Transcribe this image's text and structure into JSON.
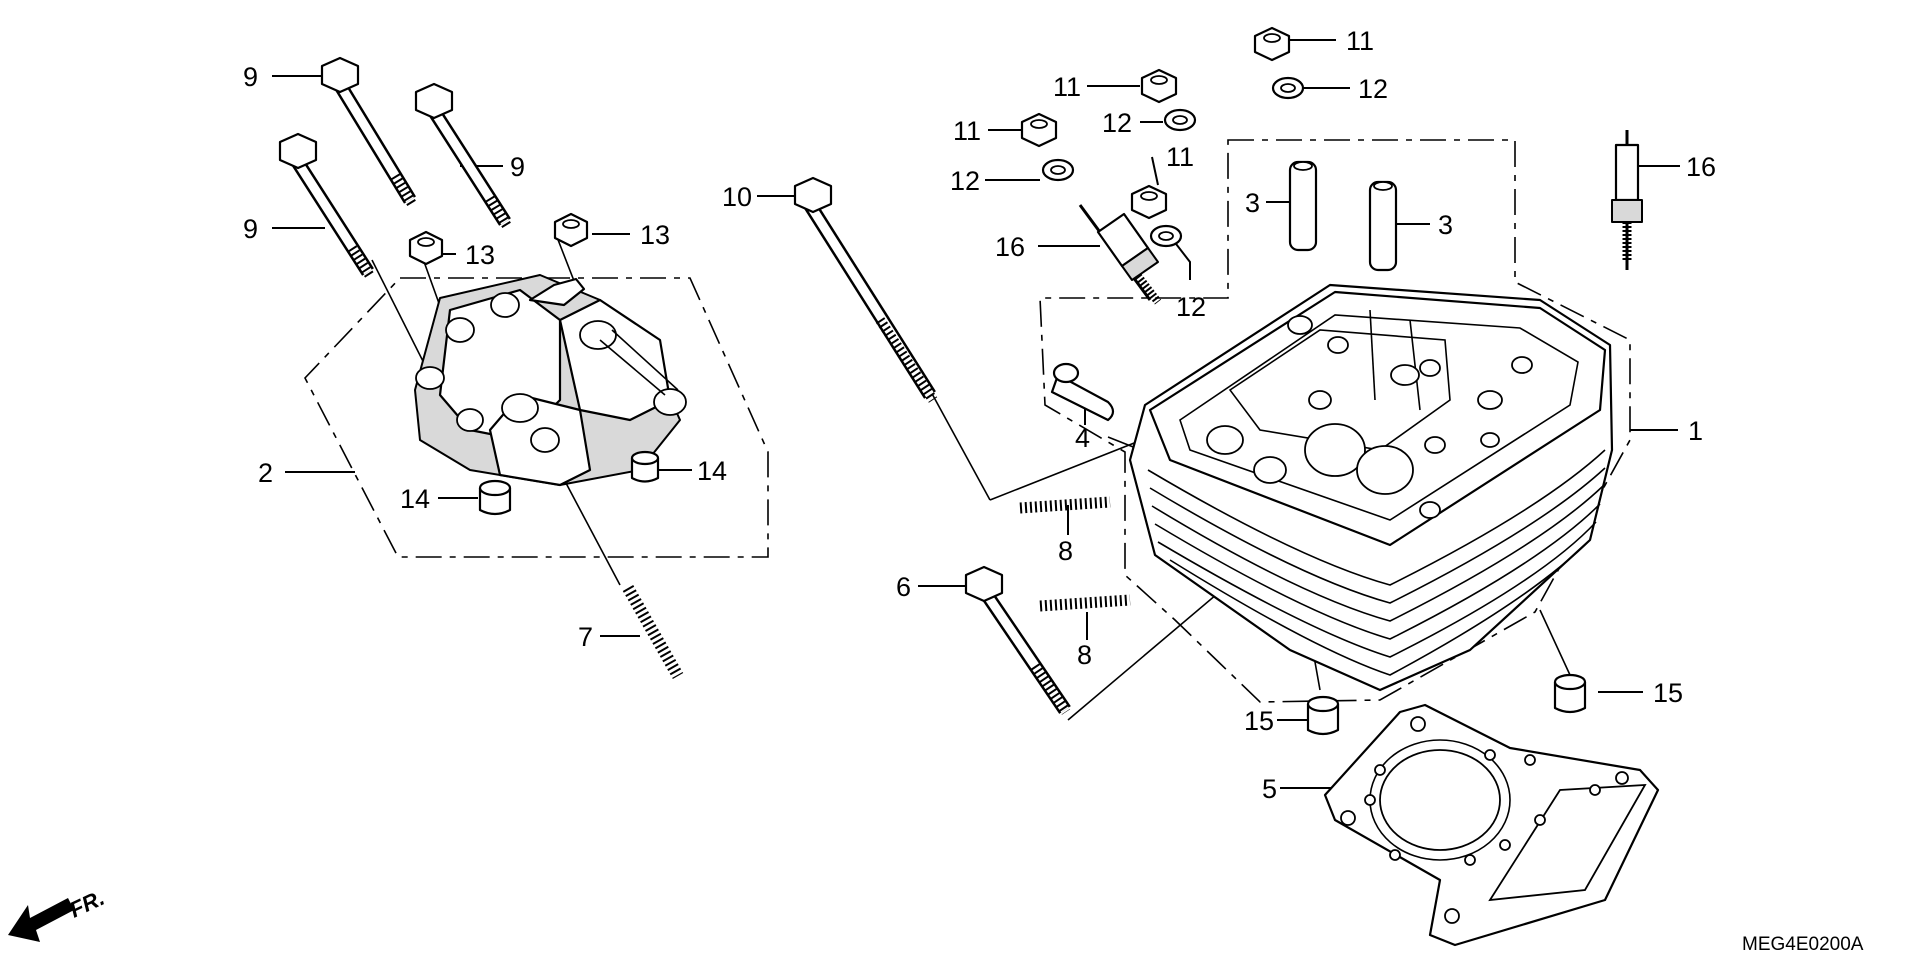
{
  "diagram": {
    "drawing_code": "MEG4E0200A",
    "front_marker": "FR.",
    "callouts": [
      {
        "id": "c1",
        "text": "1"
      },
      {
        "id": "c2",
        "text": "2"
      },
      {
        "id": "c3a",
        "text": "3"
      },
      {
        "id": "c3b",
        "text": "3"
      },
      {
        "id": "c4",
        "text": "4"
      },
      {
        "id": "c5",
        "text": "5"
      },
      {
        "id": "c6",
        "text": "6"
      },
      {
        "id": "c7",
        "text": "7"
      },
      {
        "id": "c8a",
        "text": "8"
      },
      {
        "id": "c8b",
        "text": "8"
      },
      {
        "id": "c9a",
        "text": "9"
      },
      {
        "id": "c9b",
        "text": "9"
      },
      {
        "id": "c9c",
        "text": "9"
      },
      {
        "id": "c10",
        "text": "10"
      },
      {
        "id": "c11a",
        "text": "11"
      },
      {
        "id": "c11b",
        "text": "11"
      },
      {
        "id": "c11c",
        "text": "11"
      },
      {
        "id": "c11d",
        "text": "11"
      },
      {
        "id": "c12a",
        "text": "12"
      },
      {
        "id": "c12b",
        "text": "12"
      },
      {
        "id": "c12c",
        "text": "12"
      },
      {
        "id": "c12d",
        "text": "12"
      },
      {
        "id": "c13a",
        "text": "13"
      },
      {
        "id": "c13b",
        "text": "13"
      },
      {
        "id": "c14a",
        "text": "14"
      },
      {
        "id": "c14b",
        "text": "14"
      },
      {
        "id": "c15a",
        "text": "15"
      },
      {
        "id": "c15b",
        "text": "15"
      },
      {
        "id": "c16a",
        "text": "16"
      },
      {
        "id": "c16b",
        "text": "16"
      }
    ]
  }
}
